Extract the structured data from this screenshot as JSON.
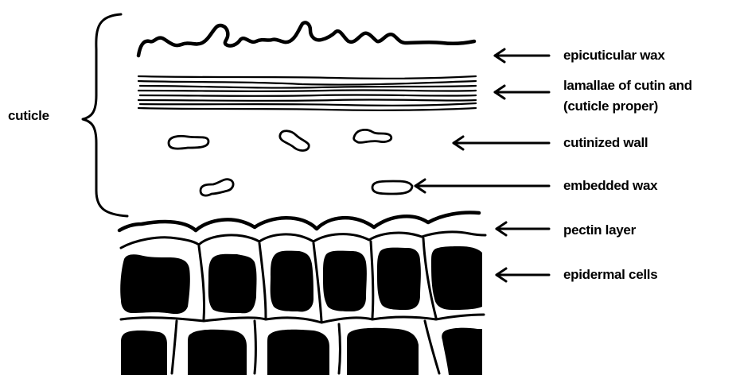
{
  "labels": {
    "cuticle": "cuticle",
    "epicuticular_wax": "epicuticular wax",
    "lamellae_line1": "lamallae of cutin and",
    "lamellae_line2": "(cuticle proper)",
    "cutinized_wall": "cutinized wall",
    "embedded_wax": "embedded wax",
    "pectin_layer": "pectin layer",
    "epidermal_cells": "epidermal cells"
  },
  "colors": {
    "ink": "#000000",
    "paper": "#ffffff"
  }
}
